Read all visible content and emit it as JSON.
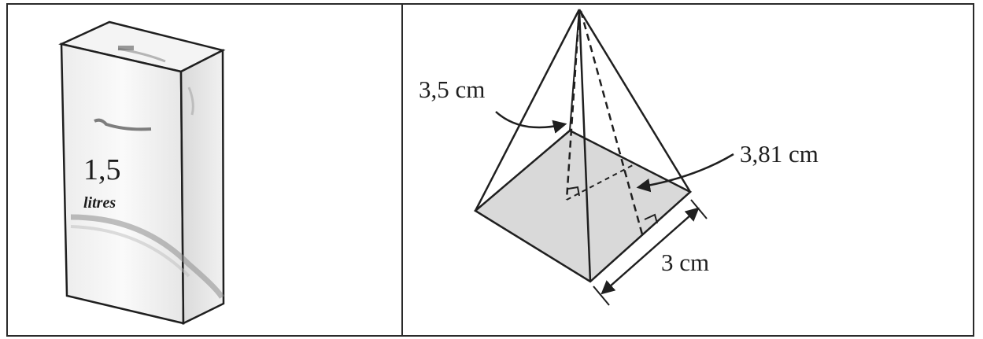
{
  "milk_carton": {
    "volume_value": "1,5",
    "volume_unit": "litres"
  },
  "pyramid": {
    "height_label": "3,5 cm",
    "apothem_label": "3,81 cm",
    "base_label": "3 cm"
  },
  "colors": {
    "border": "#2a2a2a",
    "base_fill": "#d9d9d9",
    "line": "#1f1f1f"
  }
}
